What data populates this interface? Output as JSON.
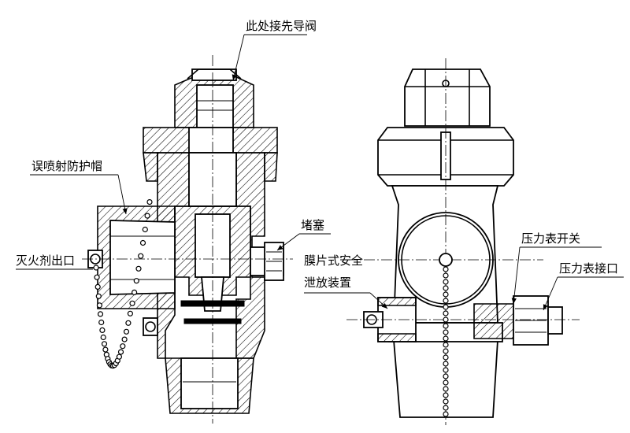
{
  "labels": {
    "pilot_valve": "此处接先导阀",
    "misfire_cap": "误喷射防护帽",
    "outlet": "灭火剂出口",
    "plug": "堵塞",
    "membrane_line1": "膜片式安全",
    "membrane_line2": "泄放装置",
    "gauge_switch": "压力表开关",
    "gauge_port": "压力表接口"
  }
}
